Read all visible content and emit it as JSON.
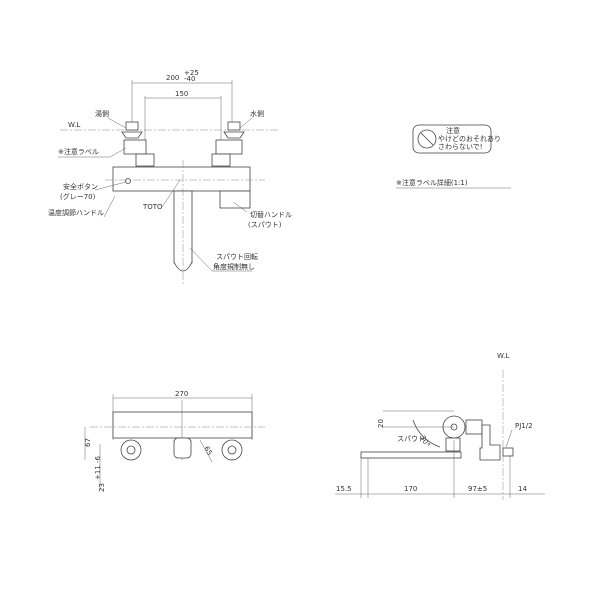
{
  "front_view": {
    "dim_200": "200",
    "dim_200_tol_plus": "+25",
    "dim_200_tol_minus": "-40",
    "dim_150": "150",
    "hot_side": "湯側",
    "cold_side": "水側",
    "water_line": "W.L",
    "caution_label": "※注意ラベル",
    "safety_button": "安全ボタン",
    "safety_button_color": "(グレー70)",
    "temp_handle": "温度調節ハンドル",
    "brand": "TOTO",
    "switch_handle": "切替ハンドル",
    "switch_handle_sub": "(スパウト)",
    "spout_rotation": "スパウト回転",
    "spout_rotation_sub": "角度規制無し"
  },
  "label_detail": {
    "warning_title": "注意",
    "warning_line1": "やけどのおそれあり",
    "warning_line2": "さわらないで!",
    "caption": "※注意ラベル詳細(1:1)"
  },
  "bottom_view": {
    "dim_270": "270",
    "dim_67": "67",
    "dim_23": "23",
    "dim_23_tol": "+11 -6",
    "dim_65": "65"
  },
  "side_view": {
    "water_line": "W.L",
    "dim_20": "20",
    "angle": "30°",
    "spout": "スパウト",
    "pipe_thread": "PJ1/2",
    "dim_15_5": "15.5",
    "dim_170": "170",
    "dim_97": "97±5",
    "dim_14": "14"
  }
}
